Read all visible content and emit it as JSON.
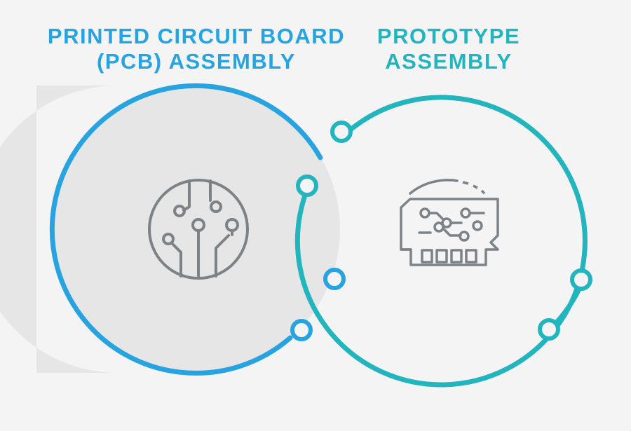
{
  "colors": {
    "background": "#f4f4f5",
    "panel": "#e6e6e7",
    "pcb_blue": "#27a4e0",
    "proto_teal": "#22b5bd",
    "icon_gray": "#7d8287"
  },
  "pcb": {
    "title_line1": "PRINTED CIRCUIT BOARD",
    "title_line2": "(PCB) ASSEMBLY",
    "icon": "circuit-chip-icon"
  },
  "prototype": {
    "title_line1": "PROTOTYPE",
    "title_line2": "ASSEMBLY",
    "icon": "circuit-board-module-icon"
  }
}
